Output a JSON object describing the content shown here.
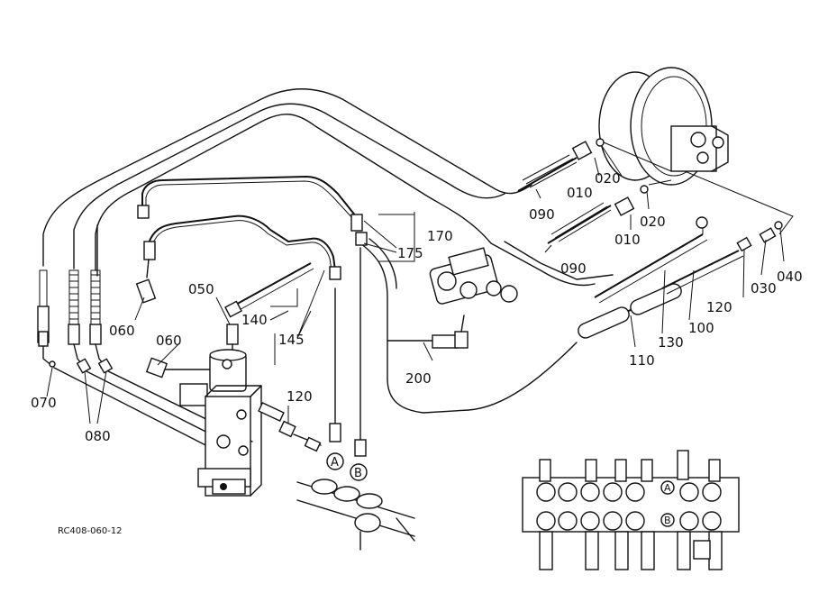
{
  "drawing_ref": "RC408-060-12",
  "part_labels": {
    "p070": "070",
    "p080": "080",
    "p060a": "060",
    "p060b": "060",
    "p050": "050",
    "p140": "140",
    "p145": "145",
    "p120a": "120",
    "p175": "175",
    "p170": "170",
    "p200": "200",
    "p090a": "090",
    "p090b": "090",
    "p010a": "010",
    "p010b": "010",
    "p020a": "020",
    "p020b": "020",
    "p040": "040",
    "p030": "030",
    "p120b": "120",
    "p100": "100",
    "p130": "130",
    "p110": "110"
  },
  "ports": {
    "a_main": "A",
    "b_main": "B",
    "a_inset": "A",
    "b_inset": "B"
  }
}
